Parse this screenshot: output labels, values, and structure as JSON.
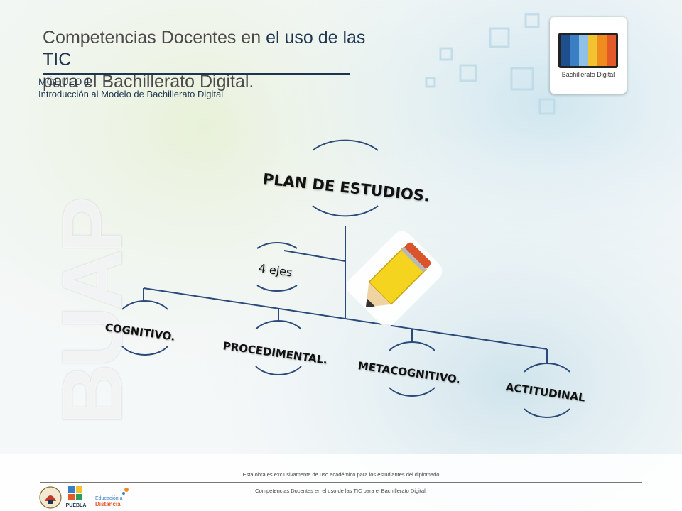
{
  "header": {
    "title_line1_plain": "Competencias Docentes en ",
    "title_line1_bold": "el uso de las TIC",
    "title_line2": "para el Bachillerato Digital.",
    "module": "MÓDULO 1",
    "subtitle": "Introducción al Modelo de Bachillerato Digital"
  },
  "logo": {
    "text": "Bachillerato Digital",
    "colors": [
      "#1f4e8c",
      "#3a7fc4",
      "#8fc1e8",
      "#f2c230",
      "#f08c1e",
      "#e25a2a"
    ]
  },
  "watermark": "BUAP",
  "diagram": {
    "root": "PLAN DE ESTUDIOS.",
    "connector": "4 ejes",
    "branches": [
      "COGNITIVO.",
      "PROCEDIMENTAL.",
      "METACOGNITIVO.",
      "ACTITUDINAL"
    ],
    "line_color": "#2b4a7a"
  },
  "footer": {
    "note": "Esta obra es exclusivamente de uso académico para los estudiantes del diplomado",
    "text": "Competencias Docentes en el uso de las TIC para el Bachillerato Digital.",
    "logos": [
      "buap-seal-icon",
      "puebla-logo",
      "educacion-a-distancia-logo"
    ],
    "puebla_label": "PUEBLA",
    "educacion_label1": "Educación a",
    "educacion_label2": "Distancia"
  }
}
